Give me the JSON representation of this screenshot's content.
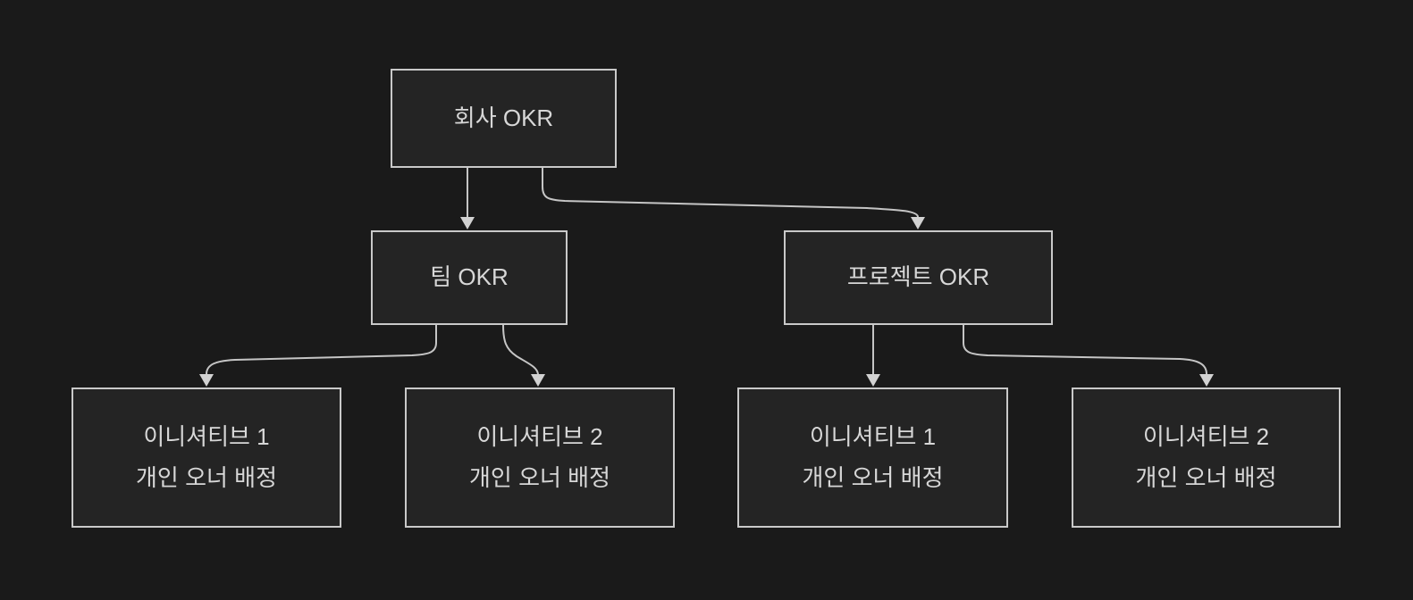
{
  "diagram": {
    "type": "flowchart",
    "direction": "top-down",
    "colors": {
      "background": "#1a1a1a",
      "node_fill": "#242424",
      "node_border": "#c9c9c9",
      "edge": "#c5c5c5",
      "arrowhead": "#d2d2d2",
      "text": "#d7d7d7"
    },
    "nodes": [
      {
        "id": "company-okr",
        "label": "회사 OKR"
      },
      {
        "id": "team-okr",
        "label": "팀 OKR"
      },
      {
        "id": "project-okr",
        "label": "프로젝트 OKR"
      },
      {
        "id": "team-initiative-1",
        "lines": [
          "이니셔티브 1",
          "개인 오너 배정"
        ]
      },
      {
        "id": "team-initiative-2",
        "lines": [
          "이니셔티브 2",
          "개인 오너 배정"
        ]
      },
      {
        "id": "project-initiative-1",
        "lines": [
          "이니셔티브 1",
          "개인 오너 배정"
        ]
      },
      {
        "id": "project-initiative-2",
        "lines": [
          "이니셔티브 2",
          "개인 오너 배정"
        ]
      }
    ],
    "edges": [
      {
        "from": "company-okr",
        "to": "team-okr"
      },
      {
        "from": "company-okr",
        "to": "project-okr"
      },
      {
        "from": "team-okr",
        "to": "team-initiative-1"
      },
      {
        "from": "team-okr",
        "to": "team-initiative-2"
      },
      {
        "from": "project-okr",
        "to": "project-initiative-1"
      },
      {
        "from": "project-okr",
        "to": "project-initiative-2"
      }
    ]
  }
}
